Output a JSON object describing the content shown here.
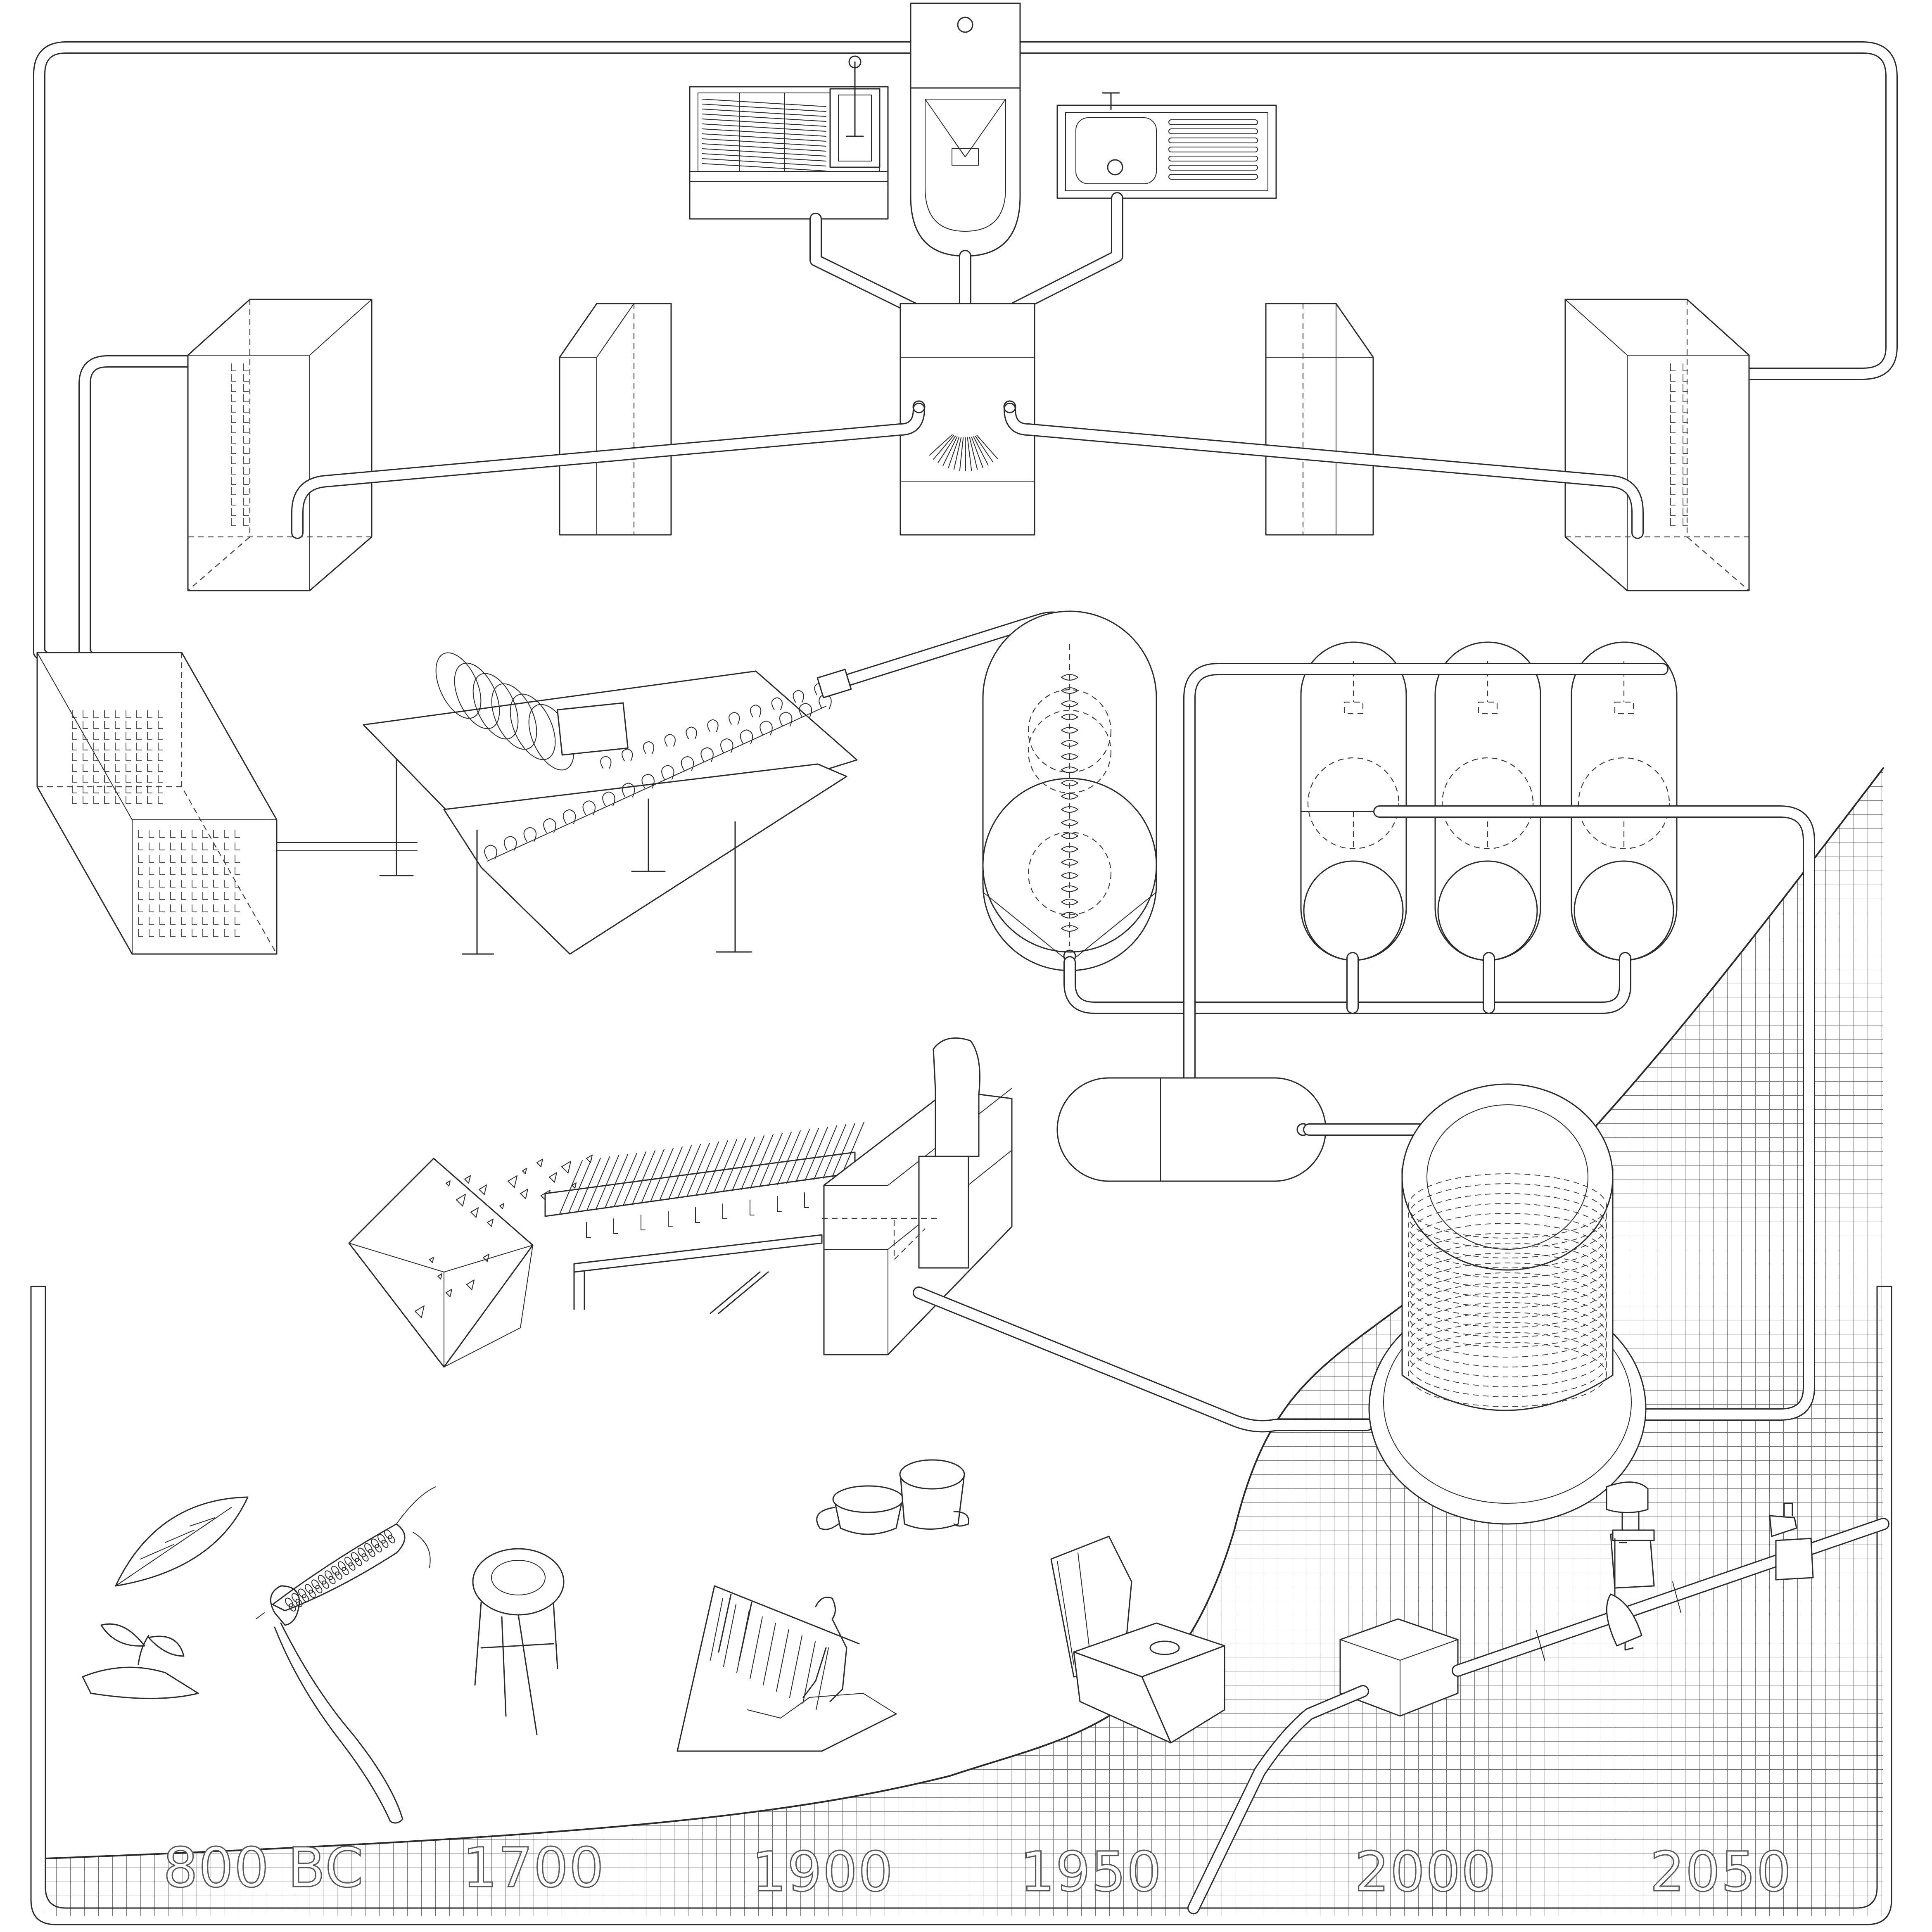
{
  "timeline": {
    "labels": [
      "800 BC",
      "1700",
      "1900",
      "1950",
      "2000",
      "2050"
    ]
  },
  "chart_data": {
    "type": "area",
    "x": [
      "800 BC",
      "1700",
      "1900",
      "1950",
      "2000",
      "2050"
    ],
    "xlabel": "",
    "ylabel": "",
    "grid": true
  },
  "icons": [
    "leaf-icon",
    "corn-cob-icon",
    "seedling-icon",
    "stick-icon",
    "pottery-icon",
    "chamber-pots-icon",
    "street-sewer-icon",
    "outhouse-icon",
    "septic-box-icon",
    "water-tap-icon"
  ],
  "colors": {
    "line": "#2a2a2a",
    "grid": "#444444",
    "background": "#ffffff"
  }
}
